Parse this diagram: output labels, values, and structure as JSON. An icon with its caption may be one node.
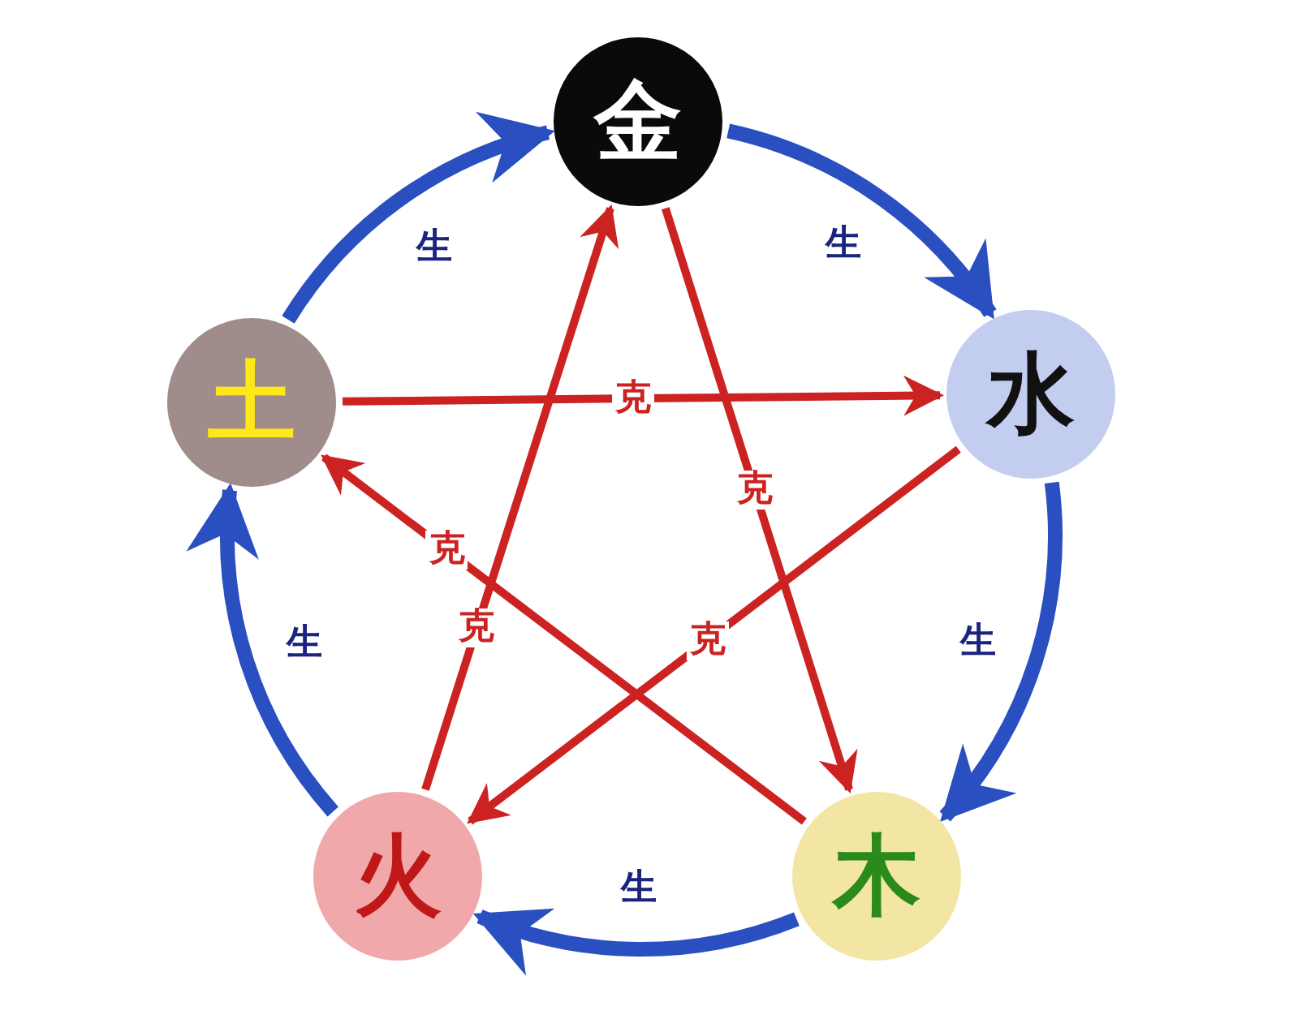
{
  "diagram": {
    "nodes": [
      {
        "text": [
          "金"
        ]
      },
      {
        "text": [
          "土"
        ]
      },
      {
        "text": [
          "水"
        ]
      },
      {
        "text": [
          "火"
        ]
      },
      {
        "text": [
          "木"
        ]
      }
    ],
    "edges": [
      {
        "from": 0,
        "to": 2,
        "arrow": "to",
        "label": "生",
        "style": "thick"
      },
      {
        "from": 2,
        "to": 4,
        "arrow": "to",
        "label": "生",
        "style": "thick"
      },
      {
        "from": 4,
        "to": 3,
        "arrow": "to",
        "label": "生",
        "style": "thick"
      },
      {
        "from": 3,
        "to": 1,
        "arrow": "to",
        "label": "生",
        "style": "thick"
      },
      {
        "from": 1,
        "to": 0,
        "arrow": "to",
        "label": "生",
        "style": "thick"
      },
      {
        "from": 1,
        "to": 2,
        "arrow": "to",
        "label": "克",
        "color": "#cc2222"
      },
      {
        "from": 4,
        "to": 1,
        "arrow": "to",
        "label": "克",
        "color": "#cc2222"
      },
      {
        "from": 0,
        "to": 4,
        "arrow": "to",
        "label": "克",
        "color": "#cc2222"
      },
      {
        "from": 3,
        "to": 0,
        "arrow": "to",
        "label": "克",
        "color": "#cc2222"
      },
      {
        "from": 2,
        "to": 3,
        "arrow": "to",
        "label": "克",
        "color": "#cc2222"
      }
    ]
  }
}
